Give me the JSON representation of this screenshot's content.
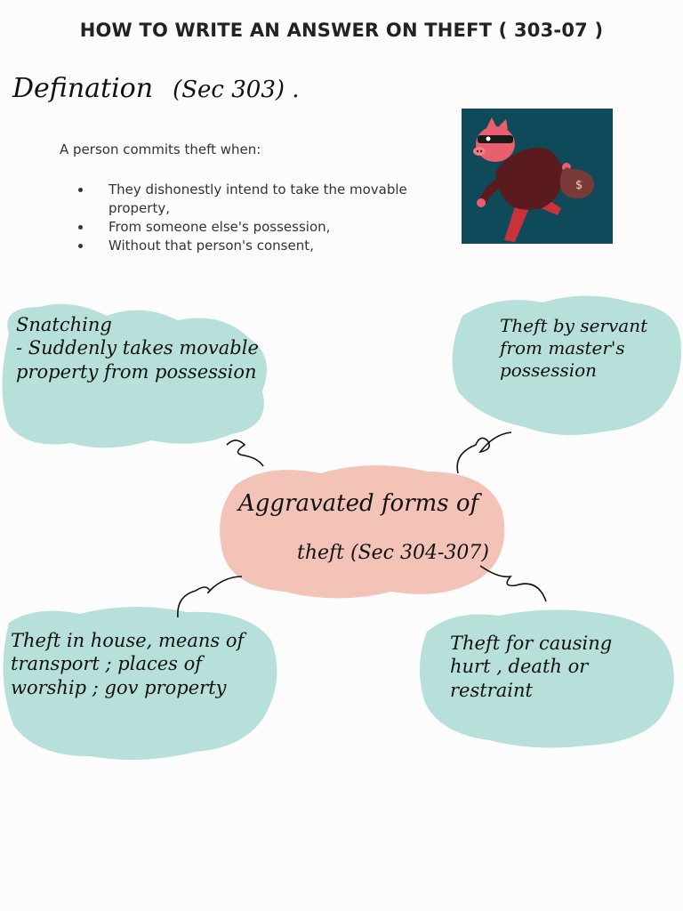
{
  "title": "HOW TO WRITE AN ANSWER ON THEFT ( 303-07 )",
  "definition": {
    "heading": "Defination",
    "section": "(Sec 303) .",
    "intro": "A person commits theft when:",
    "bullets": [
      "They dishonestly intend to take the movable property,",
      "From someone else's possession,",
      "Without that person's consent,"
    ]
  },
  "mindmap": {
    "center_line1": "Aggravated forms of",
    "center_line2": "theft (Sec 304-307)",
    "snatching": "Snatching\n- Suddenly takes movable\n  property from possession",
    "servant": "Theft by servant\nfrom master's\npossession",
    "house": "Theft in house, means of\ntransport ; places of\nworship ; gov property",
    "hurt": "Theft for causing\nhurt , death or\nrestraint"
  },
  "colors": {
    "teal_bubble": "#b8e0da",
    "pink_bubble": "#f4c3b8",
    "illustration_bg": "#0f4a5a",
    "pig": "#e8606e",
    "jacket": "#5a1a1e",
    "pants": "#c8323a",
    "bag": "#7a3a3a"
  }
}
